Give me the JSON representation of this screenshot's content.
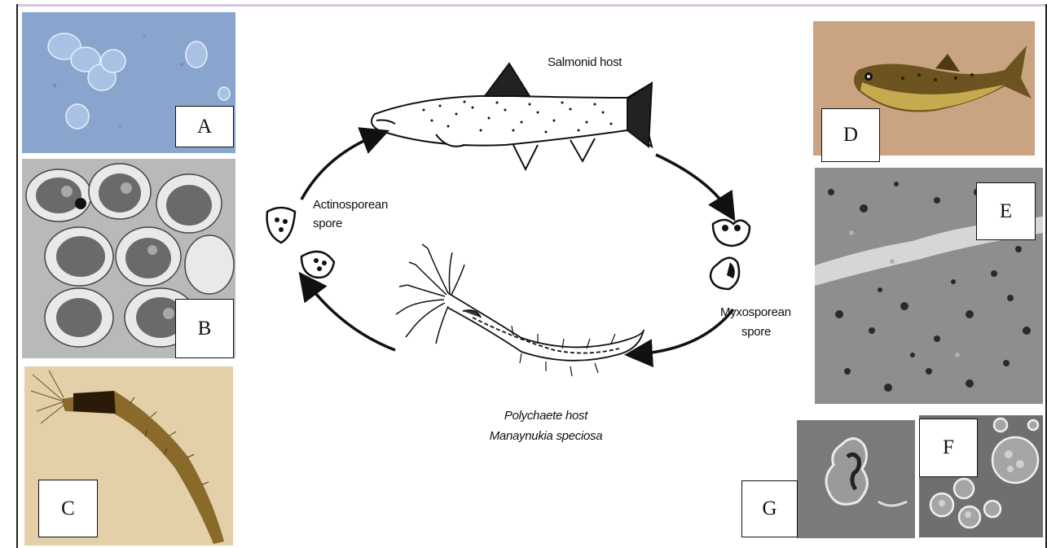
{
  "panels": {
    "a": {
      "label": "A"
    },
    "b": {
      "label": "B"
    },
    "c": {
      "label": "C"
    },
    "d": {
      "label": "D"
    },
    "e": {
      "label": "E"
    },
    "f": {
      "label": "F"
    },
    "g": {
      "label": "G"
    }
  },
  "diagram": {
    "salmonid_host": "Salmonid host",
    "actinosporean_line1": "Actinosporean",
    "actinosporean_line2": "spore",
    "myxosporean_line1": "Myxosporean",
    "myxosporean_line2": "spore",
    "polychaete_line1": "Polychaete host",
    "polychaete_line2": "Manaynukia speciosa"
  }
}
